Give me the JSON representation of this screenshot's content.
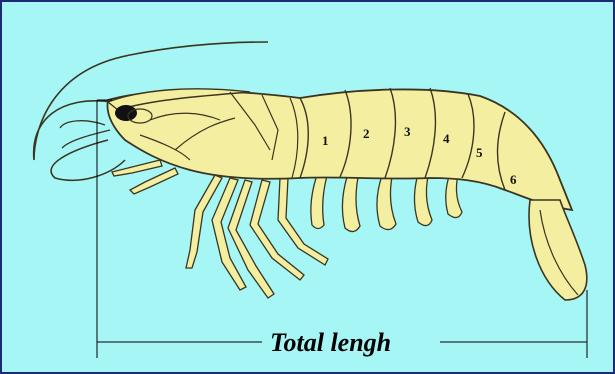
{
  "diagram": {
    "segment_labels": [
      "1",
      "2",
      "3",
      "4",
      "5",
      "6"
    ],
    "measurement_label": "Total lengh",
    "colors": {
      "background": "#a6f6f6",
      "border": "#1c2a78",
      "body_fill": "#f4eea0",
      "outline": "#3a3520",
      "line": "#000000"
    }
  }
}
